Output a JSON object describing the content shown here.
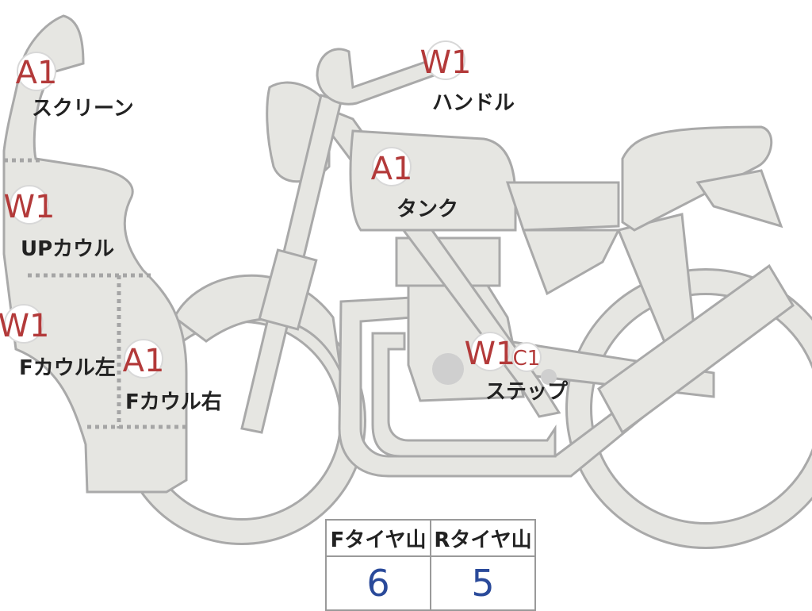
{
  "parts": {
    "screen": {
      "label": "スクリーン",
      "grade": "A1"
    },
    "handle": {
      "label": "ハンドル",
      "grade": "W1"
    },
    "tank": {
      "label": "タンク",
      "grade": "A1"
    },
    "up_cowl": {
      "label": "UPカウル",
      "grade": "W1"
    },
    "f_cowl_left": {
      "label": "Fカウル左",
      "grade": "W1"
    },
    "f_cowl_right": {
      "label": "Fカウル右",
      "grade": "A1"
    },
    "step": {
      "label": "ステップ",
      "grade": "W1",
      "grade2": "C1"
    }
  },
  "tire_tread": {
    "front_header": "Fタイヤ山",
    "rear_header": "Rタイヤ山",
    "front_value": "6",
    "rear_value": "5"
  },
  "colors": {
    "grade_text": "#b33a3a",
    "value_text": "#2a4a9a",
    "part_fill": "#e6e6e2",
    "part_stroke": "#a9a9a9"
  }
}
